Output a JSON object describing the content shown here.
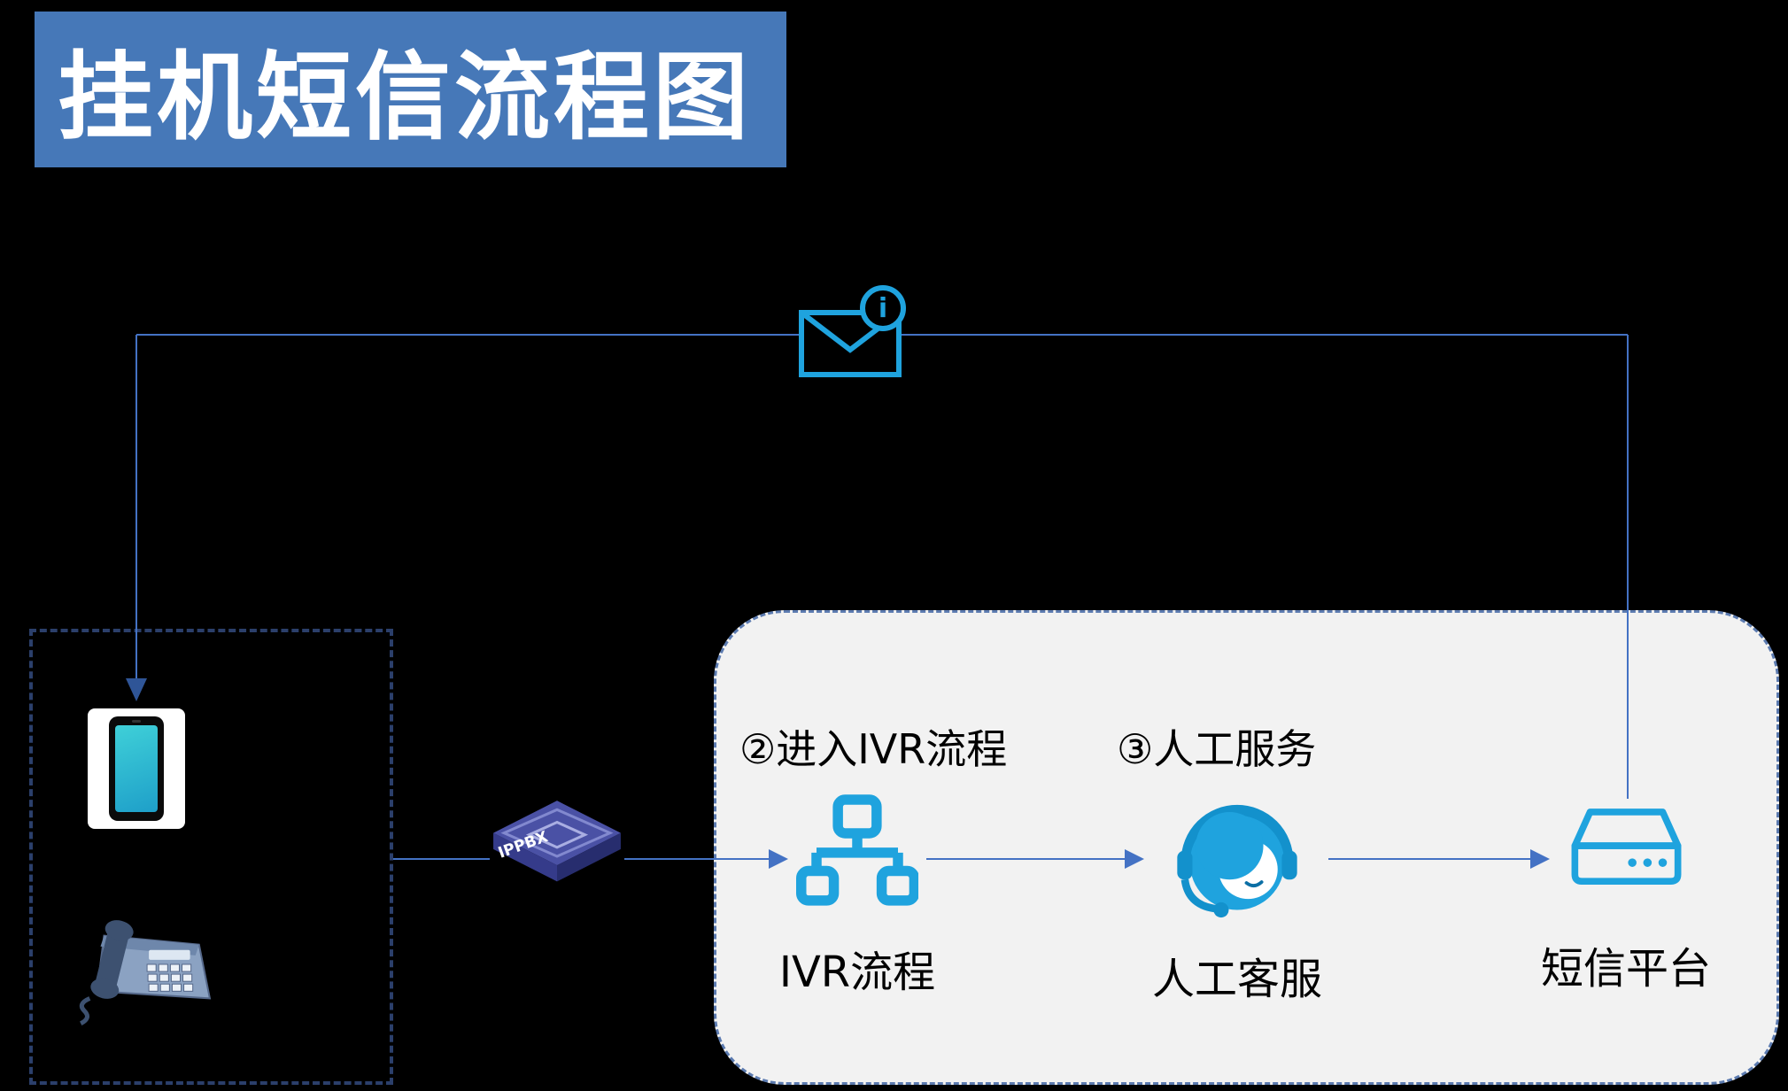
{
  "title": "挂机短信流程图",
  "flow": {
    "step2_label": "②进入IVR流程",
    "step3_label": "③人工服务",
    "ivr_label": "IVR流程",
    "agent_label": "人工客服",
    "sms_label": "短信平台",
    "ippbx_label": "IPPBX"
  },
  "icons": {
    "message": "envelope-with-info-badge",
    "mobile": "mobile-phone",
    "desk_phone": "landline-telephone",
    "ippbx": "ippbx-gateway-device",
    "ivr": "ivr-flow-tree",
    "agent": "customer-service-headset-agent",
    "sms_platform": "sms-platform-server"
  },
  "colors": {
    "background": "#000000",
    "title_banner": "#4678B8",
    "title_text": "#FFFFFF",
    "accent_blue": "#1FA3DE",
    "connector_line": "#4472C4",
    "arrow_dark": "#2F5597",
    "container_fill": "#F2F2F2",
    "container_border": "#5C7BB0",
    "caller_box_border": "#2B3F6B",
    "ippbx_body": "#4A51A5",
    "label_text": "#000000"
  }
}
